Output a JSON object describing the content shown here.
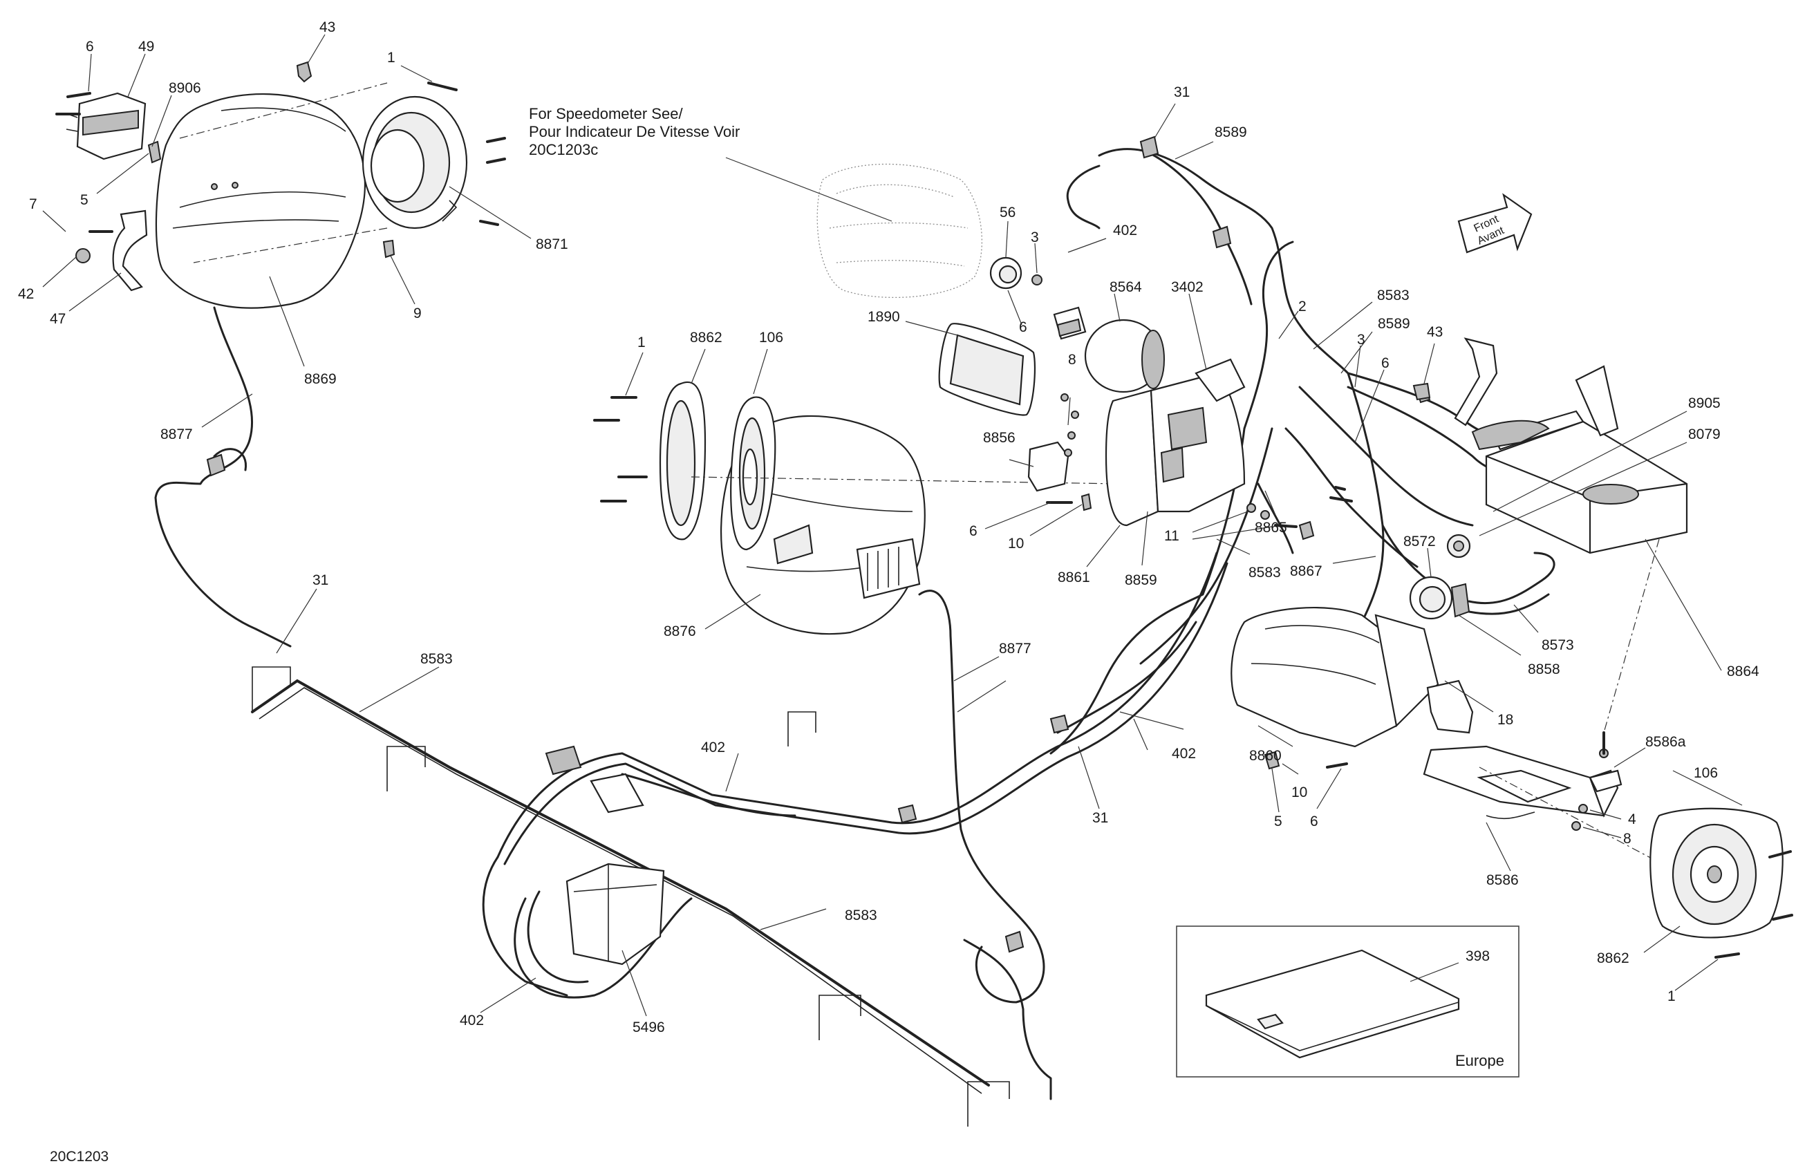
{
  "figure_code": "20C1203",
  "speedometer_note": {
    "line1": "For Speedometer See/",
    "line2": "Pour Indicateur De Vitesse Voir",
    "line3": "20C1203c"
  },
  "front_arrow": {
    "line1": "Front",
    "line2": "Avant"
  },
  "inset": {
    "part": "398",
    "caption": "Europe"
  },
  "callouts": [
    {
      "id": "c01",
      "text": "6"
    },
    {
      "id": "c02",
      "text": "49"
    },
    {
      "id": "c03",
      "text": "43"
    },
    {
      "id": "c04",
      "text": "1"
    },
    {
      "id": "c05",
      "text": "8906"
    },
    {
      "id": "c06",
      "text": "5"
    },
    {
      "id": "c07",
      "text": "7"
    },
    {
      "id": "c08",
      "text": "42"
    },
    {
      "id": "c09",
      "text": "47"
    },
    {
      "id": "c10",
      "text": "8871"
    },
    {
      "id": "c11",
      "text": "9"
    },
    {
      "id": "c12",
      "text": "8869"
    },
    {
      "id": "c13",
      "text": "8877"
    },
    {
      "id": "c14",
      "text": "31"
    },
    {
      "id": "c15",
      "text": "8583"
    },
    {
      "id": "c16",
      "text": "1"
    },
    {
      "id": "c17",
      "text": "8862"
    },
    {
      "id": "c18",
      "text": "106"
    },
    {
      "id": "c19",
      "text": "8876"
    },
    {
      "id": "c20",
      "text": "56"
    },
    {
      "id": "c21",
      "text": "3"
    },
    {
      "id": "c22",
      "text": "402"
    },
    {
      "id": "c23",
      "text": "1890"
    },
    {
      "id": "c24",
      "text": "6"
    },
    {
      "id": "c25",
      "text": "8564"
    },
    {
      "id": "c26",
      "text": "3402"
    },
    {
      "id": "c27",
      "text": "31"
    },
    {
      "id": "c28",
      "text": "8589"
    },
    {
      "id": "c29",
      "text": "2"
    },
    {
      "id": "c30",
      "text": "8583"
    },
    {
      "id": "c31",
      "text": "8589"
    },
    {
      "id": "c32",
      "text": "3"
    },
    {
      "id": "c33",
      "text": "6"
    },
    {
      "id": "c34",
      "text": "43"
    },
    {
      "id": "c35",
      "text": "8905"
    },
    {
      "id": "c36",
      "text": "8079"
    },
    {
      "id": "c37",
      "text": "8"
    },
    {
      "id": "c38",
      "text": "8856"
    },
    {
      "id": "c39",
      "text": "6"
    },
    {
      "id": "c40",
      "text": "10"
    },
    {
      "id": "c41",
      "text": "11"
    },
    {
      "id": "c42",
      "text": "8865"
    },
    {
      "id": "c43",
      "text": "8861"
    },
    {
      "id": "c44",
      "text": "8859"
    },
    {
      "id": "c45",
      "text": "8583"
    },
    {
      "id": "c46",
      "text": "8867"
    },
    {
      "id": "c47",
      "text": "8572"
    },
    {
      "id": "c48",
      "text": "8573"
    },
    {
      "id": "c49",
      "text": "8858"
    },
    {
      "id": "c50",
      "text": "8864"
    },
    {
      "id": "c51",
      "text": "18"
    },
    {
      "id": "c52",
      "text": "8877"
    },
    {
      "id": "c53",
      "text": "402"
    },
    {
      "id": "c54",
      "text": "402"
    },
    {
      "id": "c55",
      "text": "31"
    },
    {
      "id": "c56",
      "text": "8860"
    },
    {
      "id": "c57",
      "text": "10"
    },
    {
      "id": "c58",
      "text": "5"
    },
    {
      "id": "c59",
      "text": "6"
    },
    {
      "id": "c60",
      "text": "8586a"
    },
    {
      "id": "c61",
      "text": "106"
    },
    {
      "id": "c62",
      "text": "4"
    },
    {
      "id": "c63",
      "text": "8"
    },
    {
      "id": "c64",
      "text": "8586"
    },
    {
      "id": "c65",
      "text": "8862"
    },
    {
      "id": "c66",
      "text": "1"
    },
    {
      "id": "c67",
      "text": "8583"
    },
    {
      "id": "c68",
      "text": "402"
    },
    {
      "id": "c69",
      "text": "5496"
    }
  ]
}
